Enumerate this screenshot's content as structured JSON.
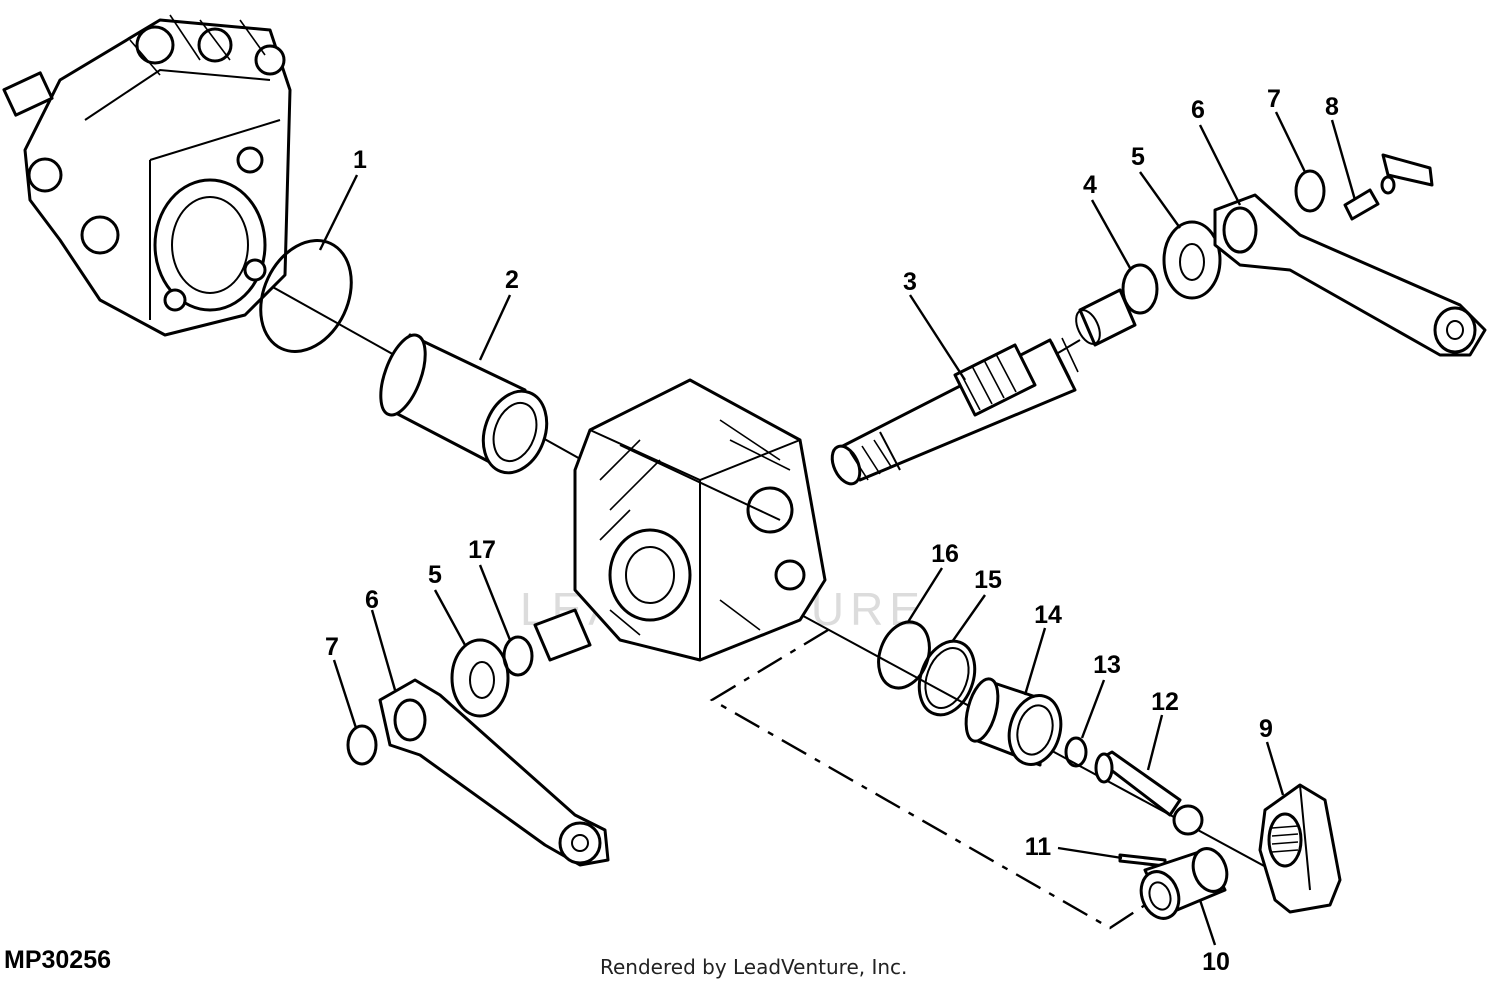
{
  "figure_id": "MP30256",
  "credit": "Rendered by LeadVenture, Inc.",
  "watermark": "LEADVENTURE",
  "callouts": [
    "1",
    "2",
    "3",
    "4",
    "5",
    "6",
    "7",
    "8",
    "5",
    "6",
    "7",
    "17",
    "16",
    "15",
    "14",
    "13",
    "12",
    "9",
    "11",
    "10"
  ]
}
